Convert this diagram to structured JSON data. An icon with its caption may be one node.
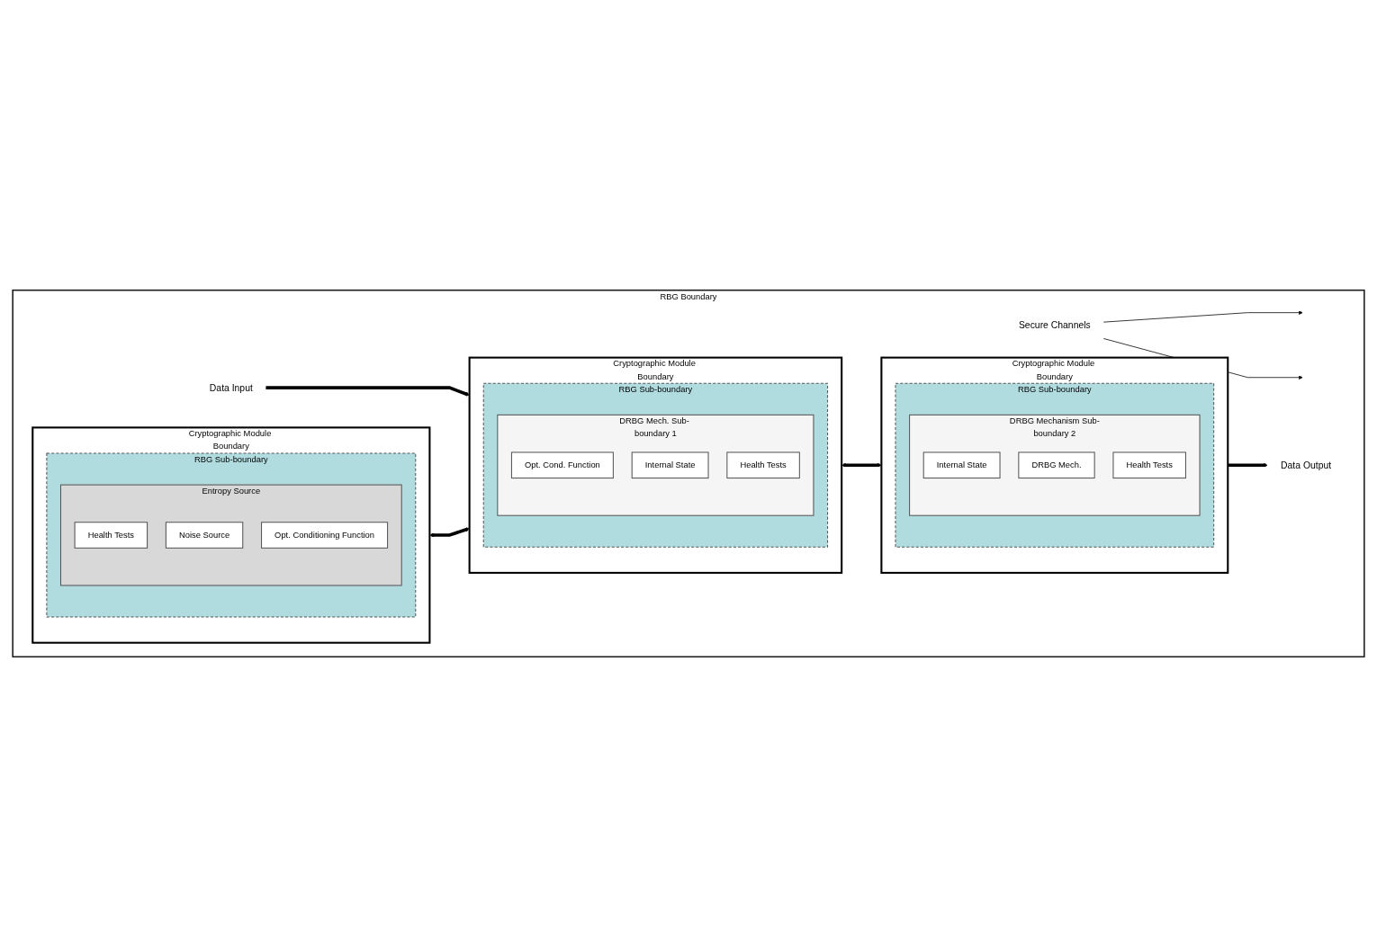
{
  "diagram": {
    "nodes": [
      {
        "text": [
          "RBG Boundary"
        ]
      },
      {
        "text": [
          "Cryptographic Module Boundary"
        ],
        "in": 0
      },
      {
        "text": [
          "RBG Sub-boundary"
        ],
        "in": 1
      },
      {
        "text": [
          "Entropy Source"
        ],
        "in": 2
      },
      {
        "text": [
          "Health Tests"
        ],
        "in": 3
      },
      {
        "text": [
          "Noise Source"
        ],
        "in": 3
      },
      {
        "text": [
          "Opt. Conditioning Function"
        ],
        "in": 3
      },
      {
        "text": [
          "Cryptographic Module Boundary"
        ],
        "in": 0
      },
      {
        "text": [
          "RBG Sub-boundary"
        ],
        "in": 7
      },
      {
        "text": [
          "DRBG Mech. Sub- boundary 1"
        ],
        "in": 8
      },
      {
        "text": [
          "Opt. Cond. Function"
        ],
        "in": 9
      },
      {
        "text": [
          "Internal State"
        ],
        "in": 9
      },
      {
        "text": [
          "Health Tests"
        ],
        "in": 9
      },
      {
        "text": [
          "Cryptographic Module Boundary"
        ],
        "in": 0
      },
      {
        "text": [
          "RBG Sub-boundary"
        ],
        "in": 13
      },
      {
        "text": [
          "DRBG Mechanism Sub-boundary 2"
        ],
        "in": 14
      },
      {
        "text": [
          "Internal State"
        ],
        "in": 15
      },
      {
        "text": [
          "DRBG Mech."
        ],
        "in": 15
      },
      {
        "text": [
          "Health Tests"
        ],
        "in": 15
      },
      {
        "text": [
          "Data Input"
        ],
        "in": 0
      },
      {
        "text": [
          "Data Output"
        ],
        "in": 0
      },
      {
        "text": [
          "Secure Channels"
        ],
        "in": 0
      }
    ],
    "edges": [
      {
        "from": 19,
        "to": 7,
        "arrow": "to"
      },
      {
        "from": 1,
        "to": 7,
        "arrow": "both"
      },
      {
        "from": 7,
        "to": 13,
        "arrow": "both"
      },
      {
        "from": 13,
        "to": 20,
        "arrow": "to"
      },
      {
        "from": 21,
        "to": null,
        "arrow": "to"
      },
      {
        "from": 21,
        "to": null,
        "arrow": "to"
      }
    ]
  }
}
